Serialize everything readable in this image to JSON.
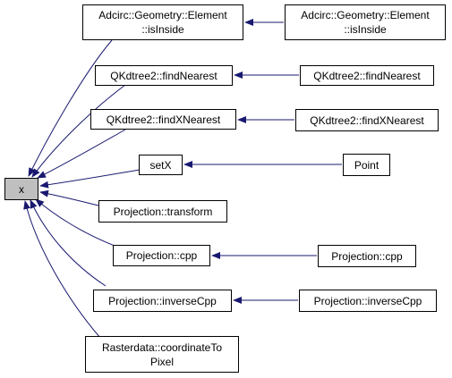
{
  "graph": {
    "focus": {
      "label": "x"
    },
    "nodes": [
      {
        "id": "adcirc-left",
        "label": "Adcirc::Geometry::Element\n::isInside"
      },
      {
        "id": "adcirc-right",
        "label": "Adcirc::Geometry::Element\n::isInside"
      },
      {
        "id": "qk-near-left",
        "label": "QKdtree2::findNearest"
      },
      {
        "id": "qk-near-right",
        "label": "QKdtree2::findNearest"
      },
      {
        "id": "qk-xnear-left",
        "label": "QKdtree2::findXNearest"
      },
      {
        "id": "qk-xnear-right",
        "label": "QKdtree2::findXNearest"
      },
      {
        "id": "setx",
        "label": "setX"
      },
      {
        "id": "point",
        "label": "Point"
      },
      {
        "id": "proj-transform",
        "label": "Projection::transform"
      },
      {
        "id": "proj-cpp-left",
        "label": "Projection::cpp"
      },
      {
        "id": "proj-cpp-right",
        "label": "Projection::cpp"
      },
      {
        "id": "proj-inv-left",
        "label": "Projection::inverseCpp"
      },
      {
        "id": "proj-inv-right",
        "label": "Projection::inverseCpp"
      },
      {
        "id": "raster",
        "label": "Rasterdata::coordinateTo\nPixel"
      }
    ],
    "edges": [
      {
        "from": "adcirc-left",
        "to": "x"
      },
      {
        "from": "qk-near-left",
        "to": "x"
      },
      {
        "from": "qk-xnear-left",
        "to": "x"
      },
      {
        "from": "setx",
        "to": "x"
      },
      {
        "from": "proj-transform",
        "to": "x"
      },
      {
        "from": "proj-cpp-left",
        "to": "x"
      },
      {
        "from": "proj-inv-left",
        "to": "x"
      },
      {
        "from": "raster",
        "to": "x"
      },
      {
        "from": "adcirc-right",
        "to": "adcirc-left"
      },
      {
        "from": "qk-near-right",
        "to": "qk-near-left"
      },
      {
        "from": "qk-xnear-right",
        "to": "qk-xnear-left"
      },
      {
        "from": "point",
        "to": "setx"
      },
      {
        "from": "proj-cpp-right",
        "to": "proj-cpp-left"
      },
      {
        "from": "proj-inv-right",
        "to": "proj-inv-left"
      }
    ],
    "colors": {
      "edge": "#191970",
      "focus_fill": "#bfbfbf",
      "node_border": "#000000"
    }
  }
}
